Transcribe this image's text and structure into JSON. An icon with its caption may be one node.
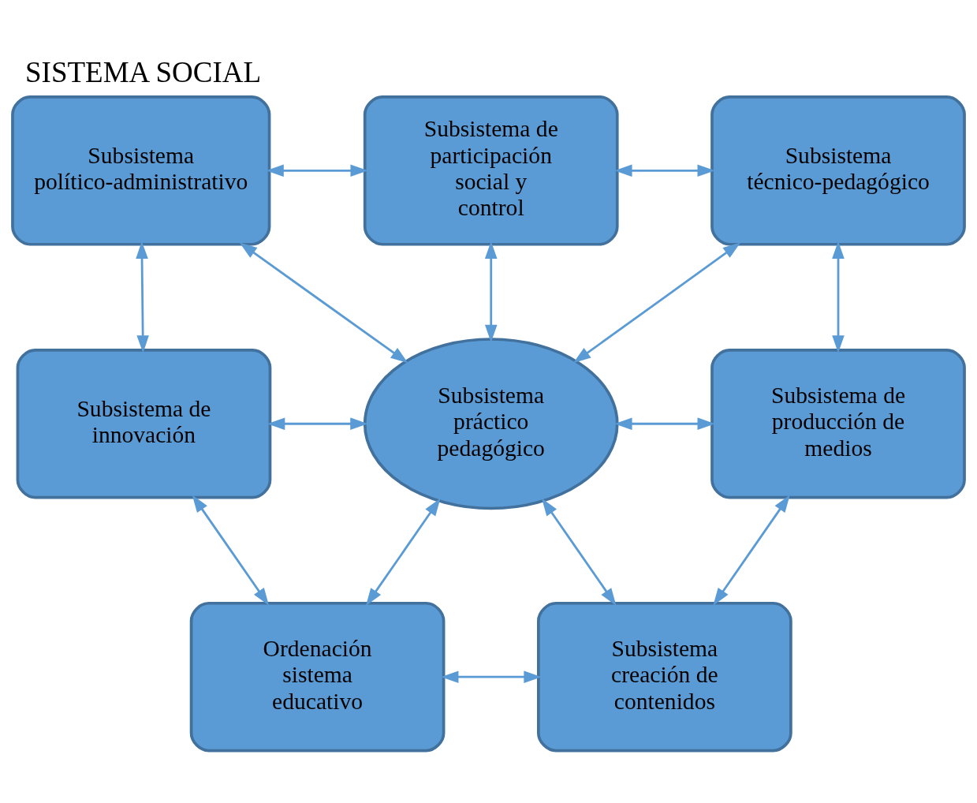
{
  "diagram": {
    "title": "SISTEMA SOCIAL",
    "nodes": [
      {
        "text": [
          "Subsistema político-administrativo"
        ]
      },
      {
        "text": [
          "Subsistema de participación social y control"
        ]
      },
      {
        "text": [
          "Subsistema técnico-pedagógico"
        ]
      },
      {
        "text": [
          "Subsistema de innovación"
        ]
      },
      {
        "text": [
          "Subsistema práctico pedagógico"
        ]
      },
      {
        "text": [
          "Subsistema de producción de medios"
        ]
      },
      {
        "text": [
          "Ordenación sistema educativo"
        ]
      },
      {
        "text": [
          "Subsistema creación de contenidos"
        ]
      }
    ],
    "edges": [
      {
        "from": 0,
        "to": 1,
        "arrow": "both"
      },
      {
        "from": 1,
        "to": 2,
        "arrow": "both"
      },
      {
        "from": 0,
        "to": 4,
        "arrow": "both"
      },
      {
        "from": 1,
        "to": 4,
        "arrow": "both"
      },
      {
        "from": 2,
        "to": 4,
        "arrow": "both"
      },
      {
        "from": 0,
        "to": 3,
        "arrow": "both"
      },
      {
        "from": 2,
        "to": 5,
        "arrow": "both"
      },
      {
        "from": 3,
        "to": 4,
        "arrow": "both"
      },
      {
        "from": 4,
        "to": 5,
        "arrow": "both"
      },
      {
        "from": 3,
        "to": 6,
        "arrow": "both"
      },
      {
        "from": 6,
        "to": 4,
        "arrow": "both"
      },
      {
        "from": 4,
        "to": 7,
        "arrow": "both"
      },
      {
        "from": 5,
        "to": 7,
        "arrow": "both"
      },
      {
        "from": 6,
        "to": 7,
        "arrow": "both"
      }
    ]
  }
}
